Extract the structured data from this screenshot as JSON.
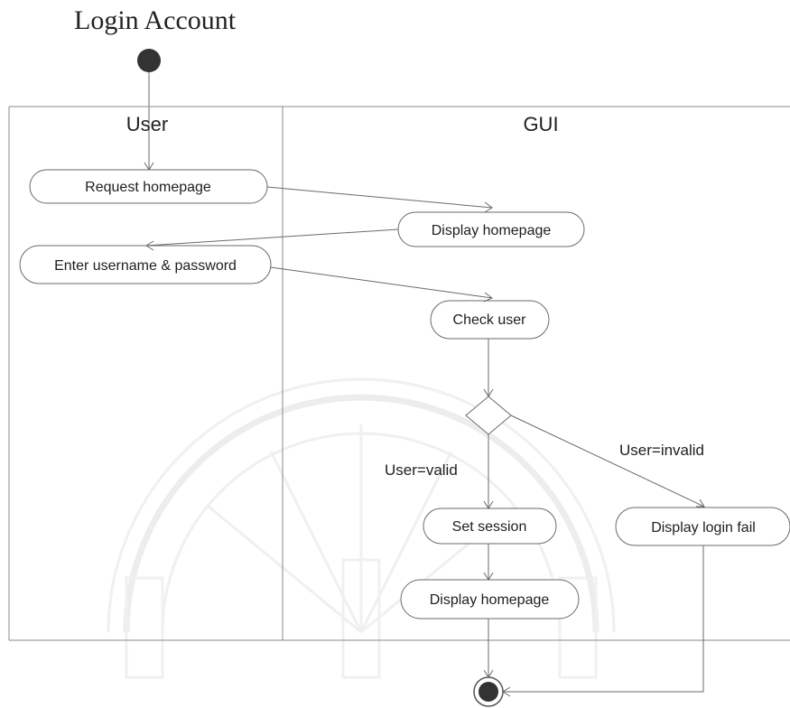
{
  "diagram": {
    "title": "Login Account",
    "lanes": {
      "user": "User",
      "gui": "GUI"
    },
    "nodes": {
      "request_homepage": "Request homepage",
      "display_homepage_1": "Display homepage",
      "enter_credentials": "Enter username & password",
      "check_user": "Check user",
      "set_session": "Set session",
      "display_login_fail": "Display login fail",
      "display_homepage_2": "Display homepage"
    },
    "guards": {
      "valid": "User=valid",
      "invalid": "User=invalid"
    }
  },
  "colors": {
    "line": "#6a6a6a",
    "initial_node": "#333333",
    "watermark": "#ededed"
  }
}
